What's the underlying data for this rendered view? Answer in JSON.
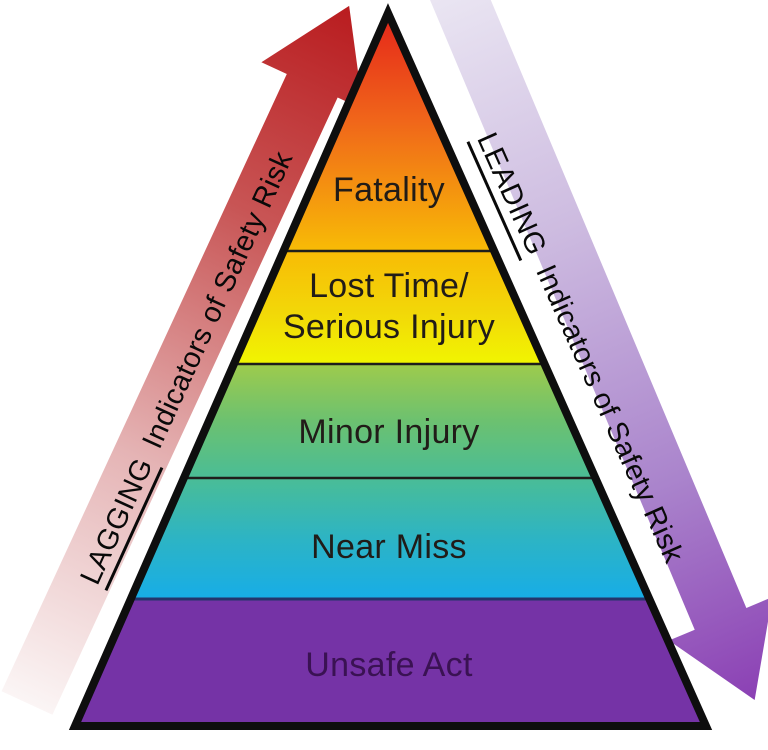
{
  "diagram": {
    "description": "Safety pyramid with lagging and leading indicator arrows"
  },
  "pyramid": {
    "outline_color": "#0e0e0e",
    "levels": [
      {
        "label": "Fatality",
        "colors": [
          "#e5261a",
          "#f0661a",
          "#f8bb06"
        ]
      },
      {
        "lines": [
          "Lost Time/",
          "Serious Injury"
        ],
        "colors": [
          "#f8bb06",
          "#f2d808",
          "#f1f501"
        ]
      },
      {
        "label": "Minor Injury",
        "colors": [
          "#9ecb4c",
          "#6cc170",
          "#4abd96"
        ]
      },
      {
        "label": "Near Miss",
        "colors": [
          "#4abd96",
          "#2db4c4",
          "#17ade7"
        ]
      },
      {
        "label": "Unsafe Act",
        "color": "#7533a6"
      }
    ]
  },
  "lagging_arrow": {
    "keyword": "LAGGING",
    "label": "Indicators of Safety Risk",
    "gradient": [
      "#fbf5f5",
      "#e5b4b5",
      "#c85555",
      "#b91c1f"
    ]
  },
  "leading_arrow": {
    "keyword": "LEADING",
    "label": "Indicators of Safety Risk",
    "gradient": [
      "#ebe7f3",
      "#cdbbe0",
      "#aa84cc",
      "#8b40b4"
    ]
  }
}
